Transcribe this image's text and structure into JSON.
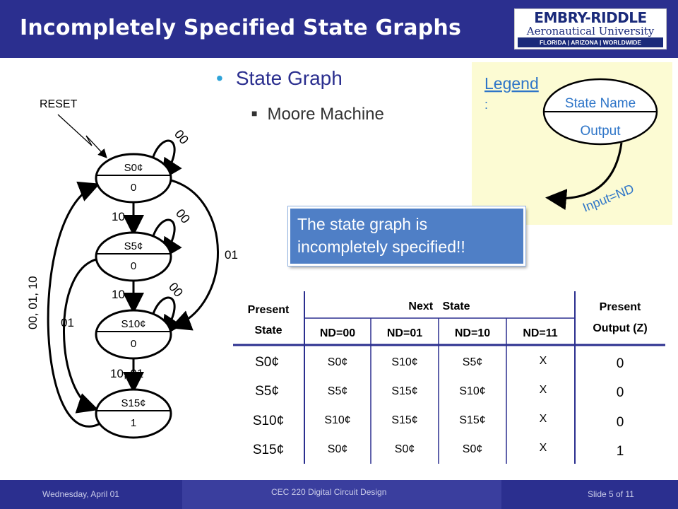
{
  "title": "Incompletely Specified State Graphs",
  "logo": {
    "line1": "EMBRY-RIDDLE",
    "line2": "Aeronautical University",
    "line3": "FLORIDA | ARIZONA | WORLDWIDE"
  },
  "bullets": {
    "main": "State Graph",
    "sub": "Moore Machine"
  },
  "legend": {
    "title": "Legend",
    "colon": ":",
    "state_name": "State Name",
    "output": "Output",
    "input": "Input=ND"
  },
  "callout": "The state graph is incompletely specified!!",
  "graph": {
    "reset": "RESET",
    "states": [
      {
        "name": "S0¢",
        "output": "0"
      },
      {
        "name": "S5¢",
        "output": "0"
      },
      {
        "name": "S10¢",
        "output": "0"
      },
      {
        "name": "S15¢",
        "output": "1"
      }
    ],
    "edge_labels": {
      "self_s0": "00",
      "self_s5": "00",
      "self_s10": "00",
      "s0_s5": "10",
      "s5_s10": "10",
      "s10_s15": "10, 01",
      "s0_s10": "01",
      "s5_s15": "01",
      "s15_s0": "00, 01, 10"
    }
  },
  "table": {
    "present_state_header": [
      "Present",
      "State"
    ],
    "next_state_header": "Next   State",
    "present_output_header": [
      "Present",
      "Output (Z)"
    ],
    "columns": [
      "ND=00",
      "ND=01",
      "ND=10",
      "ND=11"
    ],
    "rows": [
      {
        "state": "S0¢",
        "next": [
          "S0¢",
          "S10¢",
          "S5¢",
          "X"
        ],
        "output": "0"
      },
      {
        "state": "S5¢",
        "next": [
          "S5¢",
          "S15¢",
          "S10¢",
          "X"
        ],
        "output": "0"
      },
      {
        "state": "S10¢",
        "next": [
          "S10¢",
          "S15¢",
          "S15¢",
          "X"
        ],
        "output": "0"
      },
      {
        "state": "S15¢",
        "next": [
          "S0¢",
          "S0¢",
          "S0¢",
          "X"
        ],
        "output": "1"
      }
    ]
  },
  "footer": {
    "date": "Wednesday, April 01",
    "course": "CEC 220 Digital Circuit Design",
    "slide": "Slide 5 of 11"
  },
  "colors": {
    "title_bar": "#2b2f8f",
    "legend_text": "#2e75c8",
    "callout_bg": "#4f7fc6",
    "table_border": "#2b2f8f"
  }
}
